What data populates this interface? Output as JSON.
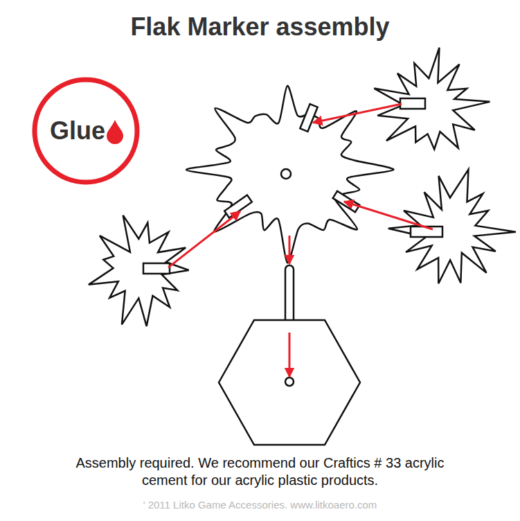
{
  "diagram": {
    "title": "Flak Marker assembly",
    "caption": "Assembly required. We recommend our Craftics # 33 acrylic cement for our acrylic plastic products.",
    "nodes": [
      {
        "text": [
          "Glue"
        ]
      }
    ],
    "labels": [
      "' 2011 Litko Game Accessories. www.litkoaero.com"
    ]
  }
}
